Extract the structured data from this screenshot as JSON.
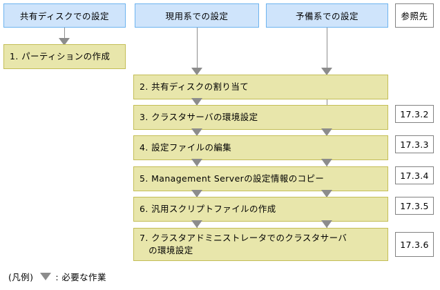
{
  "diagram": {
    "columns": [
      {
        "id": "shared-disk",
        "label": "共有ディスクでの設定"
      },
      {
        "id": "active-system",
        "label": "現用系での設定"
      },
      {
        "id": "standby-system",
        "label": "予備系での設定"
      }
    ],
    "reference_header": {
      "label": "参照先"
    },
    "steps": [
      {
        "id": "step-1",
        "label": "1. パーティションの作成",
        "reference": ""
      },
      {
        "id": "step-2",
        "label": "2. 共有ディスクの割り当て",
        "reference": ""
      },
      {
        "id": "step-3",
        "label": "3. クラスタサーバの環境設定",
        "reference": "17.3.2"
      },
      {
        "id": "step-4",
        "label": "4. 設定ファイルの編集",
        "reference": "17.3.3"
      },
      {
        "id": "step-5",
        "label": "5. Management Serverの設定情報のコピー",
        "reference": "17.3.4"
      },
      {
        "id": "step-6",
        "label": "6. 汎用スクリプトファイルの作成",
        "reference": "17.3.5"
      },
      {
        "id": "step-7",
        "label": "7. クラスタアドミニストレータでのクラスタサーバ\n   の環境設定",
        "reference": "17.3.6"
      }
    ],
    "legend": {
      "prefix": "(凡例)",
      "arrow_icon": "down-triangle-icon",
      "text": ": 必要な作業"
    },
    "colors": {
      "header_fill": "#cfe4fb",
      "header_border": "#6cb3ef",
      "step_fill": "#e8e6ab",
      "step_border": "#c3bd55",
      "connector": "#8c8c8c",
      "ref_border": "#808080"
    }
  }
}
